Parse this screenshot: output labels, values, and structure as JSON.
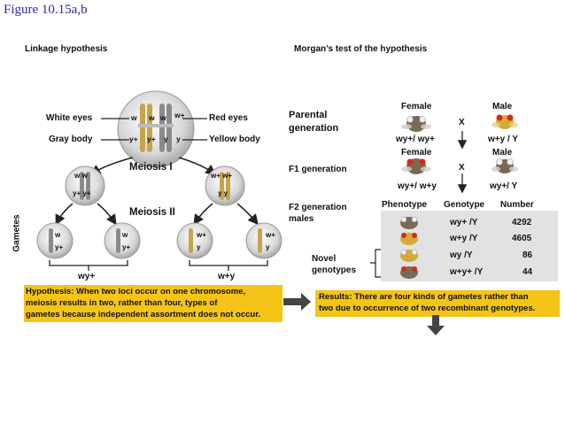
{
  "figure_label": "Figure 10.15a,b",
  "left": {
    "heading": "Linkage hypothesis",
    "labels": {
      "white_eyes": "White eyes",
      "gray_body": "Gray body",
      "red_eyes": "Red eyes",
      "yellow_body": "Yellow body",
      "meiosis1": "Meiosis I",
      "meiosis2": "Meiosis II",
      "gametes": "Gametes"
    },
    "parent_alleles": {
      "w1": "w",
      "w2": "w",
      "w3": "w",
      "w4": "w+",
      "y1": "y+",
      "y2": "y+",
      "y3": "y",
      "y4": "y"
    },
    "meiosis1_cells": {
      "left_top": "w w",
      "left_bottom": "y+ y+",
      "right_top": "w+ w+",
      "right_bottom": "y y"
    },
    "gamete_cells": [
      {
        "top": "w",
        "bottom": "y+"
      },
      {
        "top": "w",
        "bottom": "y+"
      },
      {
        "top": "w+",
        "bottom": "y"
      },
      {
        "top": "w+",
        "bottom": "y"
      }
    ],
    "gamete_types": [
      "wy+",
      "w+y"
    ],
    "hypothesis": [
      "Hypothesis: When two loci occur on one chromosome,",
      "meiosis results in two, rather than four, types of",
      "gametes because independent assortment does not occur."
    ]
  },
  "right": {
    "heading": "Morgan’s test of the hypothesis",
    "parental": [
      "Parental",
      "generation"
    ],
    "female": "Female",
    "male": "Male",
    "cross": "X",
    "parental_female_genotype": "wy+/ wy+",
    "parental_male_genotype": "w+y / Y",
    "f1_label": "F1 generation",
    "f1_female_genotype": "wy+/ w+y",
    "f1_male_genotype": "wy+/ Y",
    "f2_label": [
      "F2 generation",
      "males"
    ],
    "table": {
      "headers": [
        "Phenotype",
        "Genotype",
        "Number"
      ],
      "rows": [
        {
          "genotype": "wy+ /Y",
          "number": "4292"
        },
        {
          "genotype": "w+y /Y",
          "number": "4605"
        },
        {
          "genotype": "wy /Y",
          "number": "86"
        },
        {
          "genotype": "w+y+ /Y",
          "number": "44"
        }
      ]
    },
    "novel": [
      "Novel",
      "genotypes"
    ],
    "results": [
      "Results: There are four kinds of gametes rather than",
      "two due to occurrence of two recombinant genotypes."
    ]
  },
  "colors": {
    "highlight": "#f4c417",
    "arrow": "#444444",
    "red_eye": "#d42a1a",
    "white_eye": "#f0f0f0",
    "chromosome_gold": "#d9b24c"
  }
}
